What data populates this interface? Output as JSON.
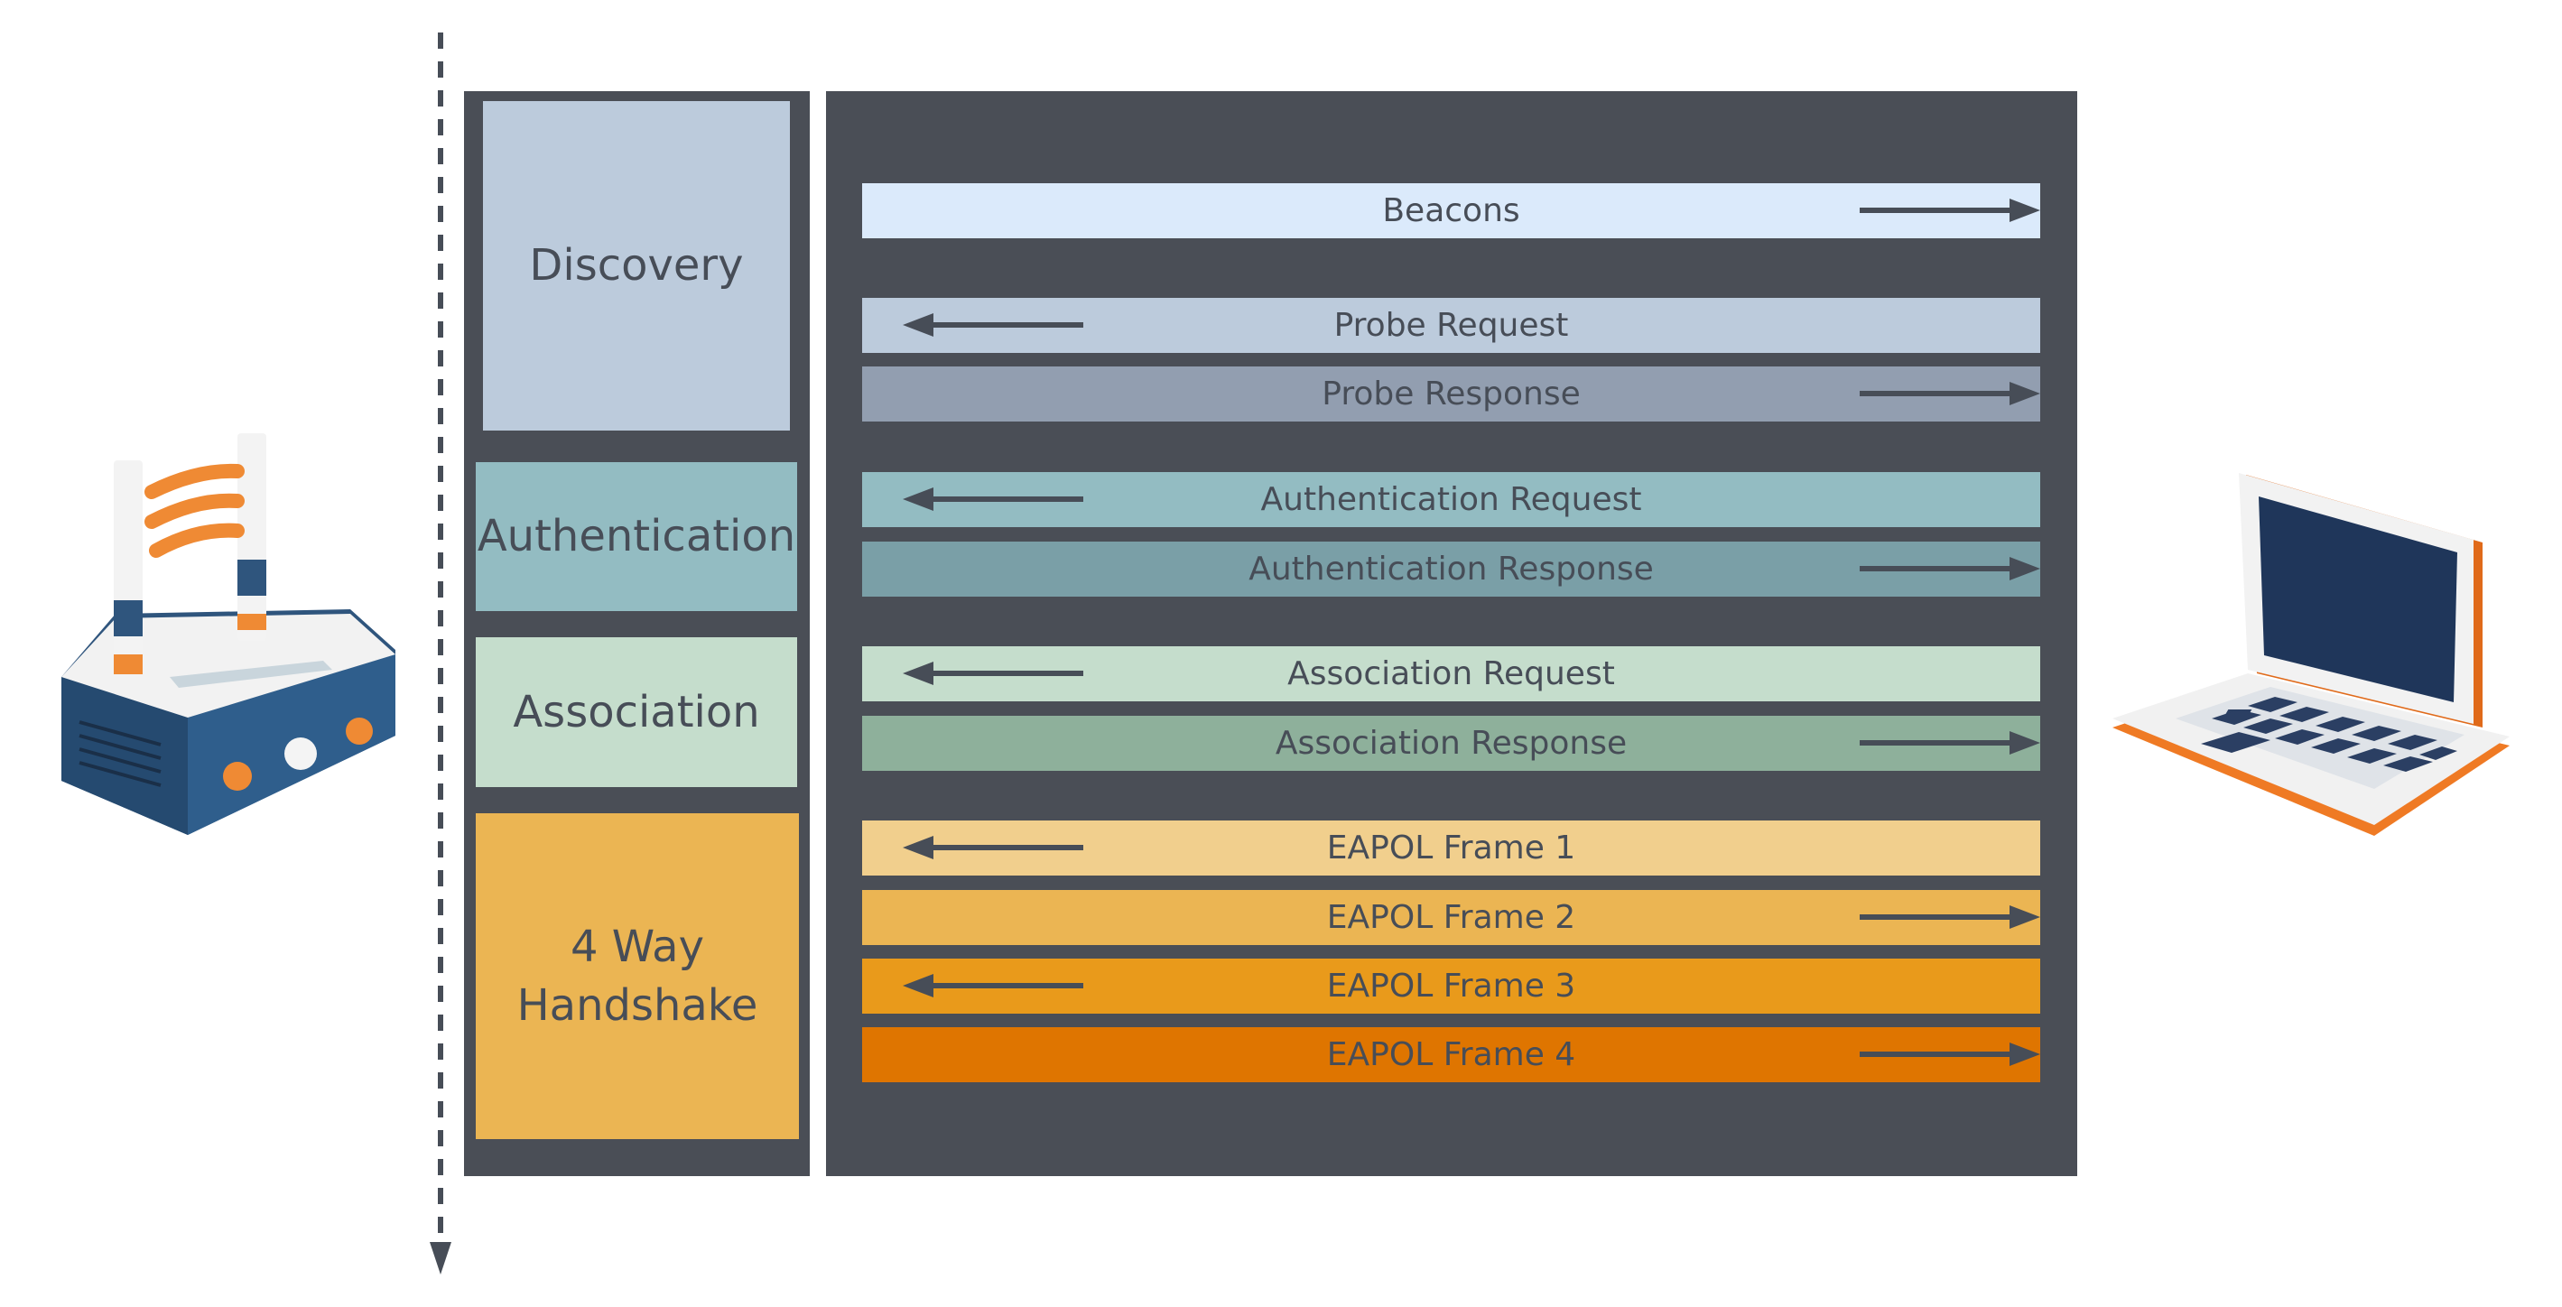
{
  "phases": {
    "discovery": "Discovery",
    "authentication": "Authentication",
    "association": "Association",
    "handshake": "4 Way\nHandshake"
  },
  "messages": [
    {
      "label": "Beacons",
      "direction": "right",
      "color": "#dbeafb"
    },
    {
      "label": "Probe Request",
      "direction": "left",
      "color": "#bccbdc"
    },
    {
      "label": "Probe Response",
      "direction": "right",
      "color": "#929eb0"
    },
    {
      "label": "Authentication Request",
      "direction": "left",
      "color": "#93bcc2"
    },
    {
      "label": "Authentication Response",
      "direction": "right",
      "color": "#7a9fa7"
    },
    {
      "label": "Association Request",
      "direction": "left",
      "color": "#c5ddcc"
    },
    {
      "label": "Association Response",
      "direction": "right",
      "color": "#8eb09b"
    },
    {
      "label": "EAPOL Frame 1",
      "direction": "left",
      "color": "#f1cf8d"
    },
    {
      "label": "EAPOL Frame 2",
      "direction": "right",
      "color": "#ebb553"
    },
    {
      "label": "EAPOL Frame 3",
      "direction": "left",
      "color": "#e99a1b"
    },
    {
      "label": "EAPOL Frame 4",
      "direction": "right",
      "color": "#df7500"
    }
  ],
  "icons": {
    "router": "wifi-router-icon",
    "laptop": "laptop-icon",
    "axis": "dashed-time-arrow"
  },
  "colors": {
    "panel": "#4a4e56",
    "text": "#474d57",
    "arrow": "#474d57"
  }
}
